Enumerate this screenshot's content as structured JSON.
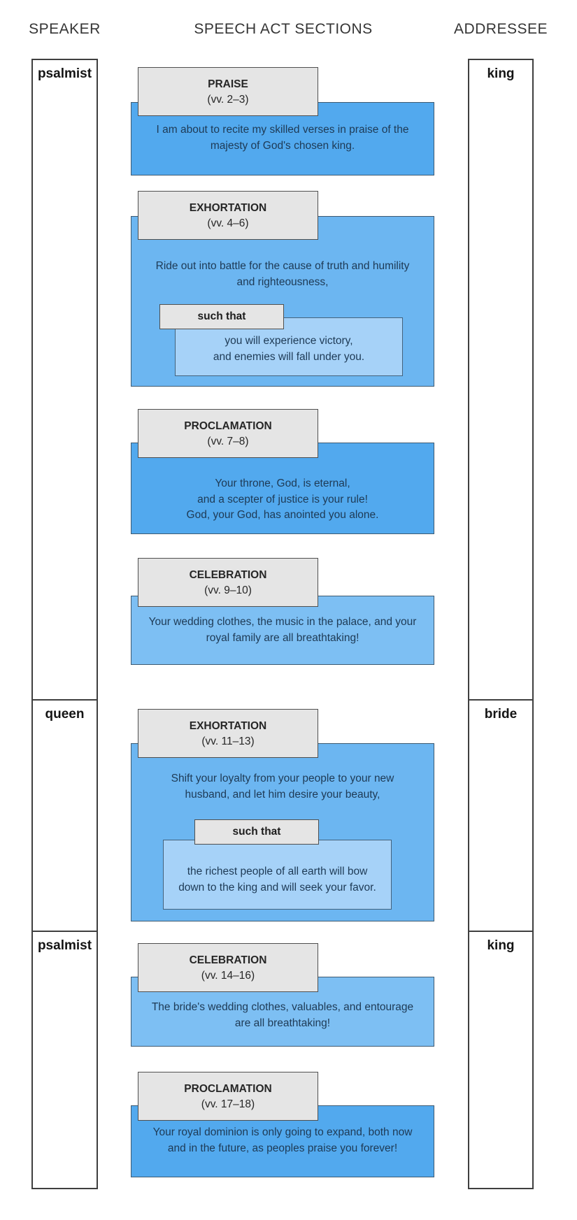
{
  "header": {
    "speaker": "SPEAKER",
    "sections": "SPEECH ACT SECTIONS",
    "addressee": "ADDRESSEE"
  },
  "speaker_column": {
    "rows": [
      "psalmist",
      "queen",
      "psalmist"
    ]
  },
  "addressee_column": {
    "rows": [
      "king",
      "bride",
      "king"
    ]
  },
  "sections": [
    {
      "title": "PRAISE",
      "verses": "(vv. 2–3)",
      "type": "praise",
      "lines": [
        "I am about to recite my skilled verses in praise of the",
        "majesty of God's chosen king."
      ]
    },
    {
      "title": "EXHORTATION",
      "verses": "(vv. 4–6)",
      "type": "exhortation",
      "lines": [
        "Ride out into battle for the cause of truth and humility",
        "and righteousness,"
      ],
      "connector": {
        "label": "such that",
        "lines": [
          "you will experience victory,",
          "and enemies will fall under you."
        ]
      }
    },
    {
      "title": "PROCLAMATION",
      "verses": "(vv. 7–8)",
      "type": "proclamation",
      "lines": [
        "Your throne, God, is eternal,",
        "and a scepter of justice is your rule!",
        "God, your God, has anointed you alone."
      ]
    },
    {
      "title": "CELEBRATION",
      "verses": "(vv. 9–10)",
      "type": "celebration",
      "lines": [
        "Your wedding clothes, the music in the palace, and your",
        "royal family are all breathtaking!"
      ]
    },
    {
      "title": "EXHORTATION",
      "verses": "(vv. 11–13)",
      "type": "exhortation",
      "lines": [
        "Shift your loyalty from your people to your new",
        "husband, and let him desire your beauty,"
      ],
      "connector": {
        "label": "such that",
        "lines": [
          "the richest people of all earth will bow",
          "down to the king and will seek your favor."
        ]
      }
    },
    {
      "title": "CELEBRATION",
      "verses": "(vv. 14–16)",
      "type": "celebration",
      "lines": [
        "The bride's wedding clothes, valuables, and entourage",
        "are all breathtaking!"
      ]
    },
    {
      "title": "PROCLAMATION",
      "verses": "(vv. 17–18)",
      "type": "proclamation",
      "lines": [
        "Your royal dominion is only going to expand, both now",
        "and in the future, as peoples praise you forever!"
      ]
    }
  ],
  "palette": {
    "praise_blue": "#52a9ee",
    "proclamation_blue": "#52a9ee",
    "exhortation_blue": "#6cb6f1",
    "celebration_blue": "#7dbff3",
    "result_box_blue": "#a6d2f8",
    "header_gray": "#e5e5e5",
    "border_dark": "#4f4f4f",
    "body_text": "#1e3a55"
  }
}
